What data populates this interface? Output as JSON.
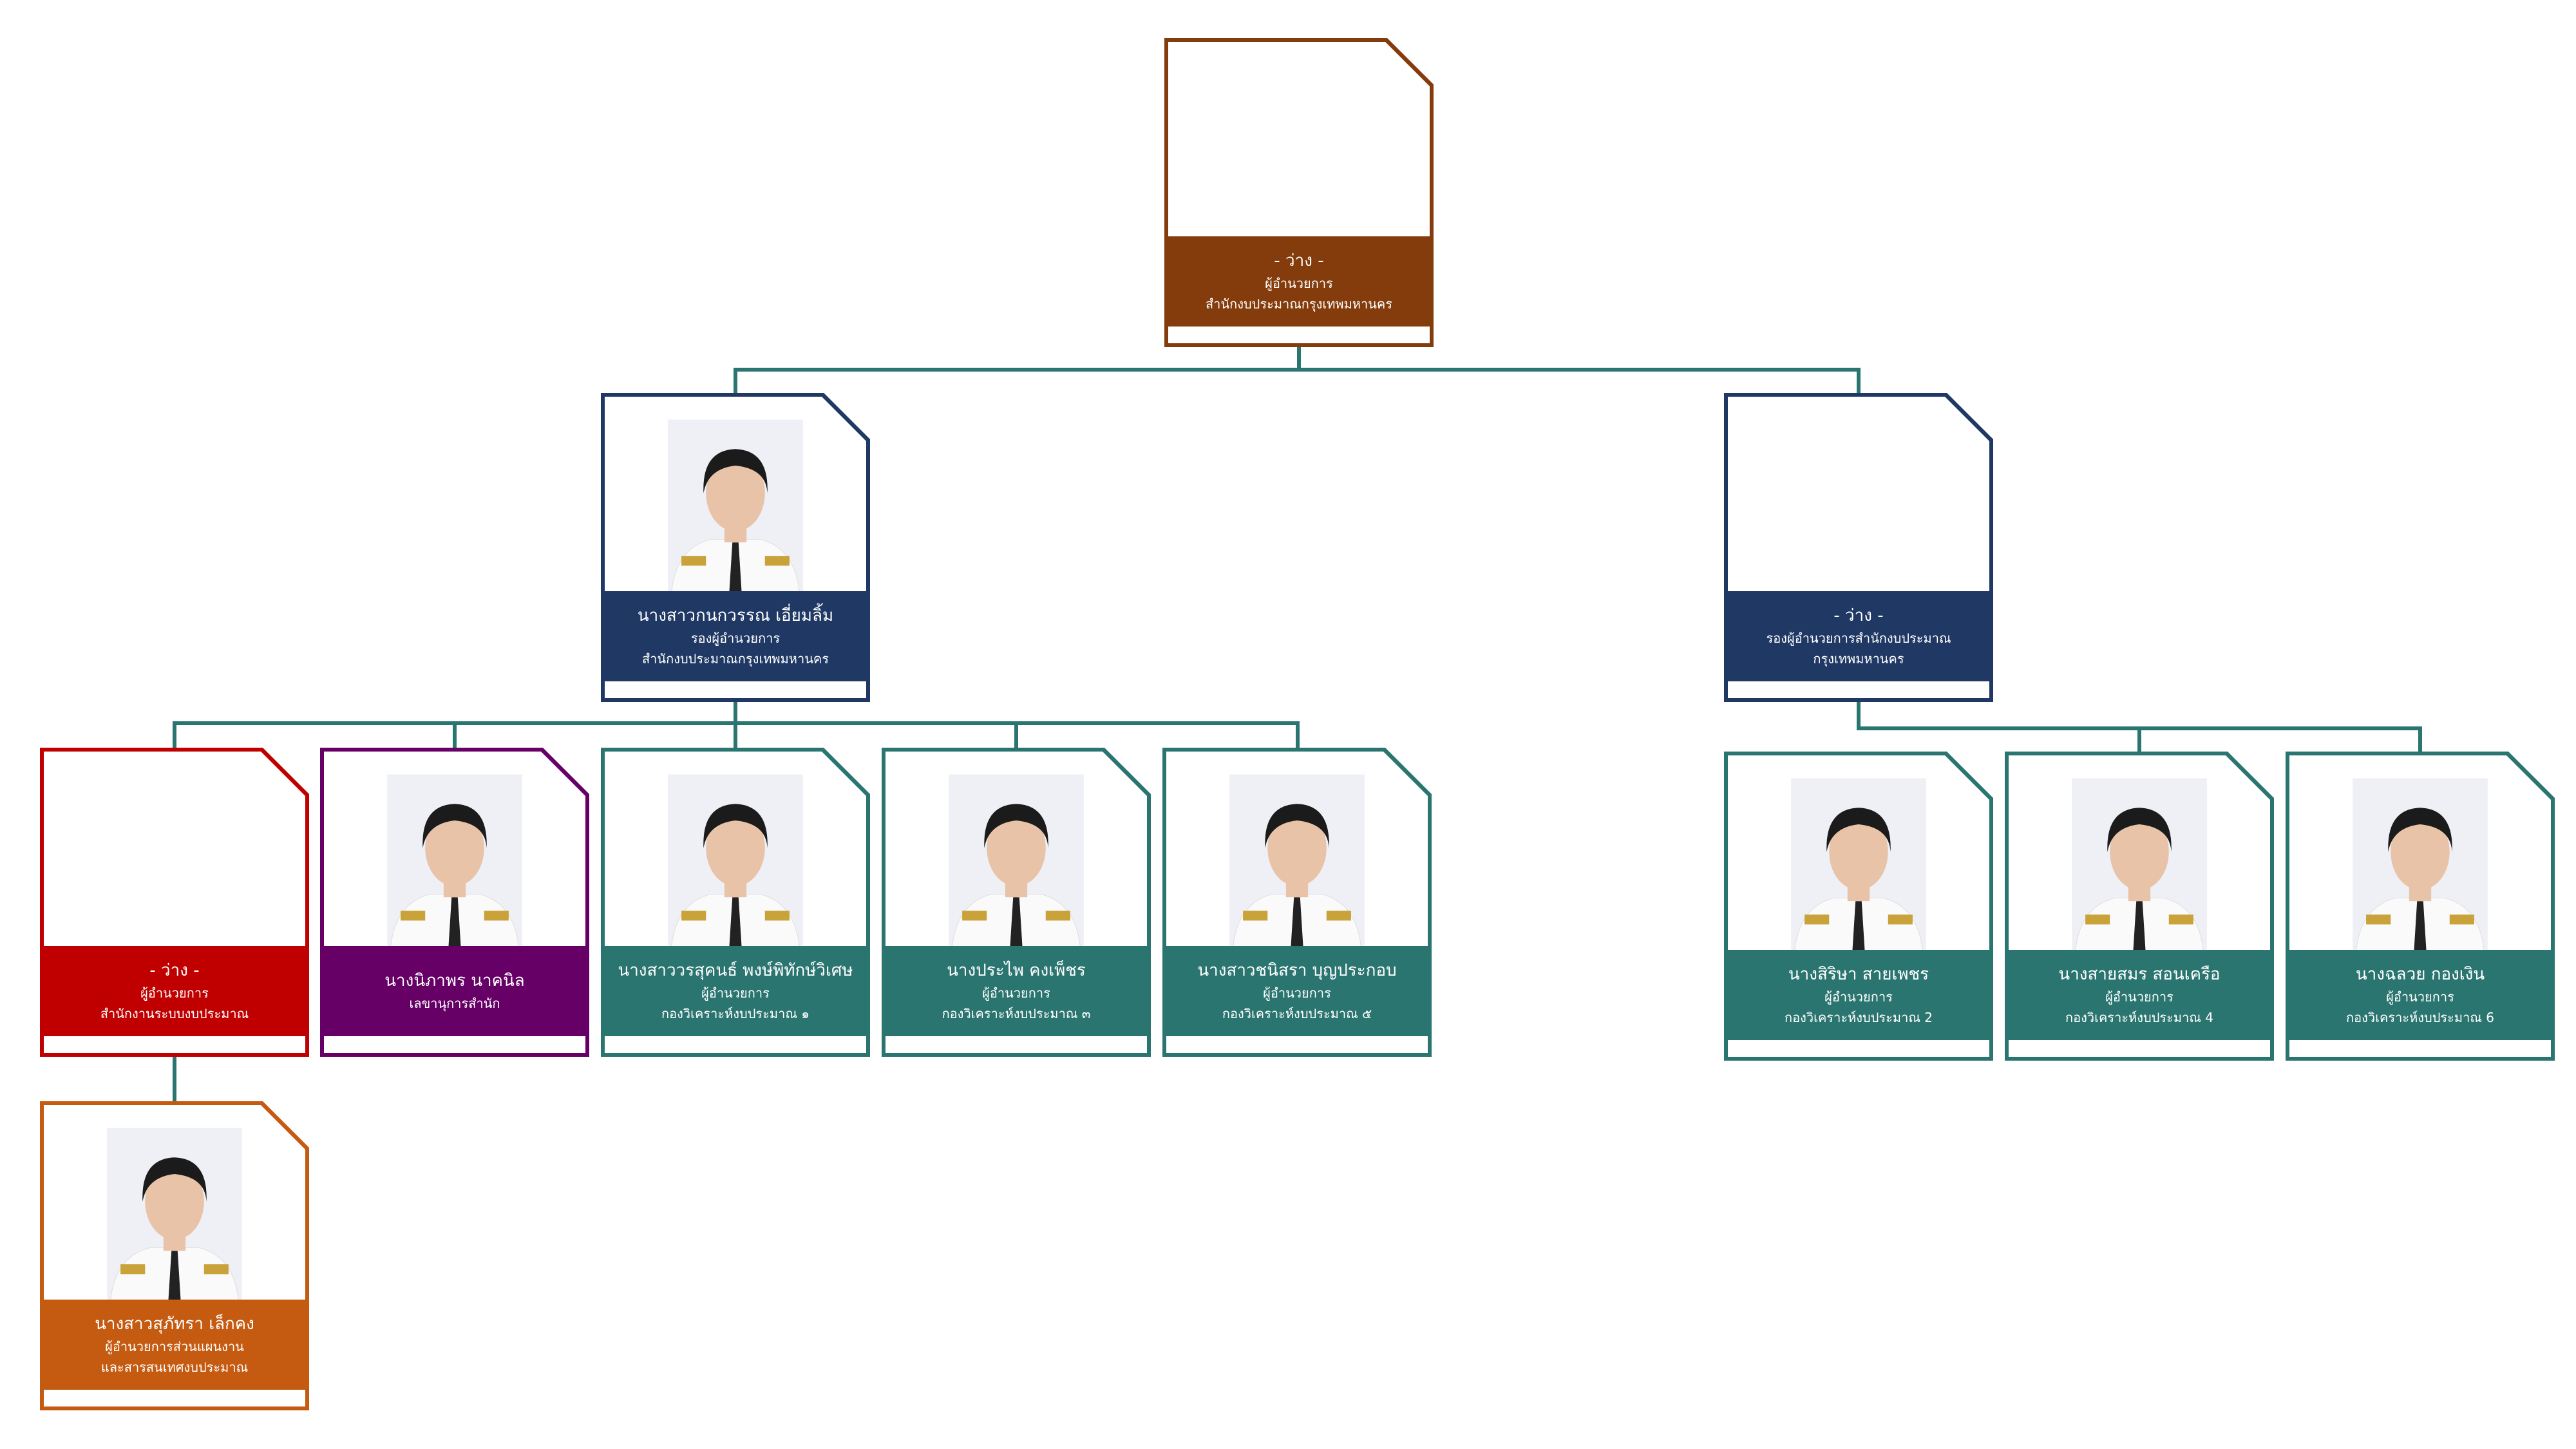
{
  "colors": {
    "connector": "#2b7571",
    "brown": "#843c0c",
    "navy": "#203864",
    "red": "#c00000",
    "purple": "#660066",
    "teal": "#2b7571",
    "orange": "#c55a11"
  },
  "nodes": [
    {
      "id": "director",
      "name": "- ว่าง -",
      "lines": [
        "ผู้อำนวยการ",
        "สำนักงบประมาณกรุงเทพมหานคร"
      ],
      "color": "#843c0c",
      "photo": false
    },
    {
      "id": "deputy-1",
      "name": "นางสาวกนกวรรณ เอี่ยมลิ้ม",
      "lines": [
        "รองผู้อำนวยการ",
        "สำนักงบประมาณกรุงเทพมหานคร"
      ],
      "color": "#203864",
      "photo": true
    },
    {
      "id": "deputy-2",
      "name": "- ว่าง -",
      "lines": [
        "รองผู้อำนวยการสำนักงบประมาณ",
        "กรุงเทพมหานคร"
      ],
      "color": "#203864",
      "photo": false
    },
    {
      "id": "budget-system",
      "name": "- ว่าง -",
      "lines": [
        "ผู้อำนวยการ",
        "สำนักงานระบบงบประมาณ"
      ],
      "color": "#c00000",
      "photo": false
    },
    {
      "id": "secretary",
      "name": "นางนิภาพร นาคนิล",
      "lines": [
        "เลขานุการสำนัก"
      ],
      "color": "#660066",
      "photo": true
    },
    {
      "id": "division-1",
      "name": "นางสาววรสุคนธ์ พงษ์พิทักษ์วิเศษ",
      "lines": [
        "ผู้อำนวยการ",
        "กองวิเคราะห์งบประมาณ ๑"
      ],
      "color": "#2b7571",
      "photo": true
    },
    {
      "id": "division-3",
      "name": "นางประไพ คงเพ็ชร",
      "lines": [
        "ผู้อำนวยการ",
        "กองวิเคราะห์งบประมาณ ๓"
      ],
      "color": "#2b7571",
      "photo": true
    },
    {
      "id": "division-5",
      "name": "นางสาวชนิสรา บุญประกอบ",
      "lines": [
        "ผู้อำนวยการ",
        "กองวิเคราะห์งบประมาณ ๕"
      ],
      "color": "#2b7571",
      "photo": true
    },
    {
      "id": "division-2",
      "name": "นางสิริษา สายเพชร",
      "lines": [
        "ผู้อำนวยการ",
        "กองวิเคราะห์งบประมาณ 2"
      ],
      "color": "#2b7571",
      "photo": true
    },
    {
      "id": "division-4",
      "name": "นางสายสมร สอนเครือ",
      "lines": [
        "ผู้อำนวยการ",
        "กองวิเคราะห์งบประมาณ 4"
      ],
      "color": "#2b7571",
      "photo": true
    },
    {
      "id": "division-6",
      "name": "นางฉลวย กองเงิน",
      "lines": [
        "ผู้อำนวยการ",
        "กองวิเคราะห์งบประมาณ 6"
      ],
      "color": "#2b7571",
      "photo": true
    },
    {
      "id": "planning",
      "name": "นางสาวสุภัทรา เล็กคง",
      "lines": [
        "ผู้อำนวยการส่วนแผนงาน",
        "และสารสนเทศงบประมาณ"
      ],
      "color": "#c55a11",
      "photo": true
    }
  ]
}
